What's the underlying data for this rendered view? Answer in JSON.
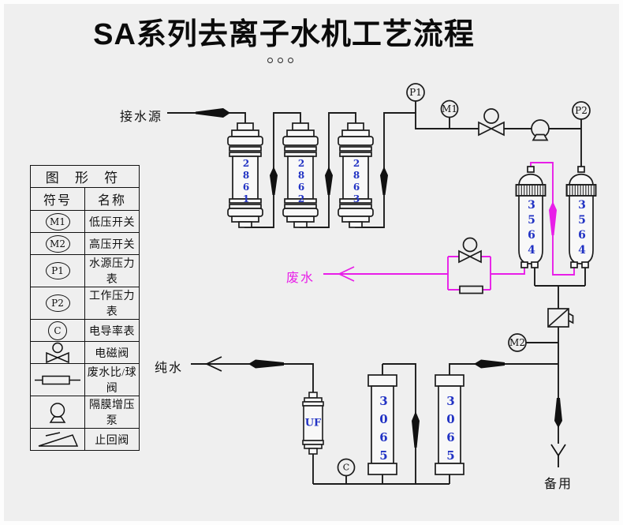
{
  "page": {
    "title": "SA系列去离子水机工艺流程",
    "background": "#efefef",
    "line_color": "#1c1c1c",
    "waste_color": "#e81ee8",
    "vessel_text_color": "#2233c4"
  },
  "legend": {
    "title": "图 形 符",
    "columns": {
      "symbol": "符号",
      "name": "名称"
    },
    "rows": [
      {
        "symbol": "M1",
        "name": "低压开关",
        "icon": "gauge-circle"
      },
      {
        "symbol": "M2",
        "name": "高压开关",
        "icon": "gauge-circle"
      },
      {
        "symbol": "P1",
        "name": "水源压力表",
        "icon": "gauge-circle"
      },
      {
        "symbol": "P2",
        "name": "工作压力表",
        "icon": "gauge-circle"
      },
      {
        "symbol": "C",
        "name": "电导率表",
        "icon": "gauge-circle"
      },
      {
        "symbol": "",
        "name": "电磁阀",
        "icon": "solenoid-valve"
      },
      {
        "symbol": "",
        "name": "废水比/球阀",
        "icon": "ratio-ball-valve"
      },
      {
        "symbol": "",
        "name": "隔膜增压泵",
        "icon": "diaphragm-pump"
      },
      {
        "symbol": "",
        "name": "止回阀",
        "icon": "check-valve"
      }
    ]
  },
  "labels": {
    "source": "接水源",
    "waste": "废水",
    "pure": "纯水",
    "spare": "备用"
  },
  "instruments": {
    "p1": "P1",
    "m1": "M1",
    "p2": "P2",
    "m2": "M2",
    "c": "C"
  },
  "vessels": {
    "filter1": "2861",
    "filter2": "2862",
    "filter3": "2863",
    "membrane1": "3564",
    "membrane2": "3564",
    "column1": "3065",
    "column2": "3065",
    "uf": "UF"
  }
}
